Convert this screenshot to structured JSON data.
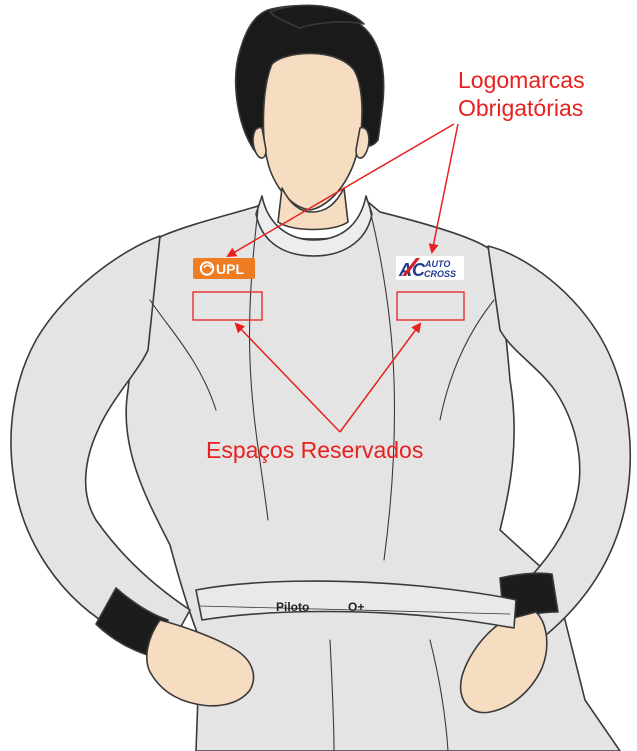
{
  "callouts": {
    "logos_line1": "Logomarcas",
    "logos_line2": "Obrigatórias",
    "spaces": "Espaços Reservados"
  },
  "logos": {
    "left": {
      "brand": "UPL",
      "icon": "upl-swirl-icon",
      "bg_color": "#f07c22"
    },
    "right": {
      "mark": "AC",
      "line1": "AUTO",
      "line2": "CROSS",
      "icon": "autocross-logo"
    }
  },
  "belt": {
    "label": "Piloto",
    "symbol": "O+"
  },
  "colors": {
    "annotation": "#e8201e",
    "suit": "#e4e4e4",
    "suit_outline": "#3a3a3a",
    "skin": "#f6dcc0",
    "hair": "#1a1a1a",
    "cuff": "#1c1c1c"
  }
}
